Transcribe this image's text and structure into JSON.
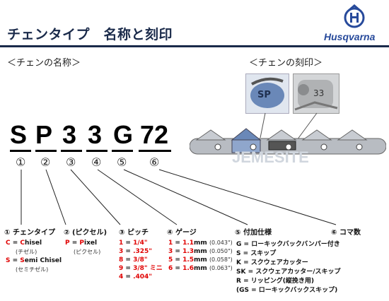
{
  "header": {
    "title": "チェンタイプ　名称と刻印",
    "brand": "Husqvarna"
  },
  "sections": {
    "name_label": "＜チェンの名称＞",
    "stamp_label": "＜チェンの刻印＞"
  },
  "code": {
    "letters": [
      "S",
      "P",
      "3",
      "3",
      "G",
      "72"
    ],
    "markers": [
      "①",
      "②",
      "③",
      "④",
      "⑤",
      "⑥"
    ]
  },
  "stamps": {
    "sp": "SP",
    "num": "33"
  },
  "watermark": "JEMESITE",
  "columns": [
    {
      "header": "① チェンタイプ",
      "items": [
        {
          "a": "C",
          "b": " = ",
          "c": "C",
          "d": "hisel",
          "sub": "(チゼル)"
        },
        {
          "a": "S",
          "b": " = ",
          "c": "S",
          "d": "emi Chisel",
          "sub": "(セミチゼル)"
        }
      ]
    },
    {
      "header": "② (ピクセル)",
      "items": [
        {
          "a": "P",
          "b": " = ",
          "c": "P",
          "d": "ixel",
          "sub": "(ピクセル)"
        }
      ]
    },
    {
      "header": "③ ピッチ",
      "items": [
        {
          "a": "1",
          "b": " = ",
          "c": "1/4\"",
          "d": ""
        },
        {
          "a": "3",
          "b": " = ",
          "c": ".325\"",
          "d": ""
        },
        {
          "a": "8",
          "b": " = ",
          "c": "3/8\"",
          "d": ""
        },
        {
          "a": "9",
          "b": " = ",
          "c": "3/8\" ",
          "d": "ミニ"
        },
        {
          "a": "4",
          "b": " = ",
          "c": ".404\"",
          "d": ""
        }
      ]
    },
    {
      "header": "④ ゲージ",
      "items": [
        {
          "a": "1",
          "b": " = ",
          "c": "1.1",
          "d": "mm",
          "sub": "(0.043\")"
        },
        {
          "a": "3",
          "b": " = ",
          "c": "1.3",
          "d": "mm",
          "sub": "(0.050\")"
        },
        {
          "a": "5",
          "b": " = ",
          "c": "1.5",
          "d": "mm",
          "sub": "(0.058\")"
        },
        {
          "a": "6",
          "b": " = ",
          "c": "1.6",
          "d": "mm",
          "sub": "(0.063\")"
        }
      ]
    },
    {
      "header": "⑤ 付加仕様",
      "items": [
        "G = ローキックバックバンパー付き",
        "S = スキップ",
        "K = スクウェアカッター",
        "SK = スクウェアカッター/スキップ",
        "R = リッピング(縦挽き用)",
        "(GS = ローキックバックスキップ)"
      ]
    },
    {
      "header": "⑥ コマ数",
      "items": []
    }
  ]
}
